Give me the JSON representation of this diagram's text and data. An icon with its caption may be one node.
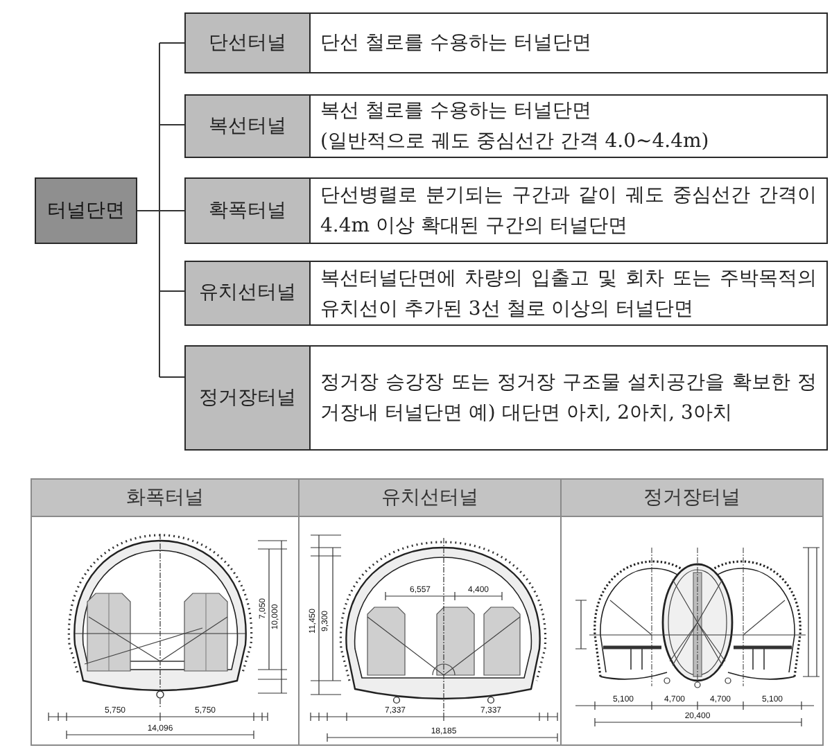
{
  "diagram": {
    "nodes": [
      {
        "text": [
          "터널단면"
        ]
      },
      {
        "text": [
          "단선터널",
          "단선 철로를 수용하는 터널단면"
        ]
      },
      {
        "text": [
          "복선터널",
          "복선 철로를 수용하는 터널단면",
          "(일반적으로 궤도 중심선간 간격 4.0~4.4m)"
        ]
      },
      {
        "text": [
          "확폭터널",
          "단선병렬로 분기되는 구간과 같이 궤도 중심선간 간격이 4.4m 이상 확대된 구간의 터널단면"
        ]
      },
      {
        "text": [
          "유치선터널",
          "복선터널단면에 차량의 입출고 및 회차 또는 주박목적의 유치선이 추가된 3선 철로 이상의 터널단면"
        ]
      },
      {
        "text": [
          "정거장터널",
          "정거장 승강장 또는 정거장 구조물 설치공간을 확보한 정거장내 터널단면 예) 대단면 아치, 2아치, 3아치"
        ]
      }
    ],
    "edges": [
      {
        "from": 0,
        "to": 1,
        "arrow": "none"
      },
      {
        "from": 0,
        "to": 2,
        "arrow": "none"
      },
      {
        "from": 0,
        "to": 3,
        "arrow": "none"
      },
      {
        "from": 0,
        "to": 4,
        "arrow": "none"
      },
      {
        "from": 0,
        "to": 5,
        "arrow": "none"
      }
    ],
    "labels": [
      "화폭터널",
      "유치선터널",
      "정거장터널",
      "7,050",
      "10,000",
      "5,750",
      "5,750",
      "14,096",
      "6,557",
      "4,400",
      "11,450",
      "9,300",
      "7,337",
      "7,337",
      "18,185",
      "5,100",
      "4,700",
      "4,700",
      "5,100",
      "20,400"
    ]
  }
}
